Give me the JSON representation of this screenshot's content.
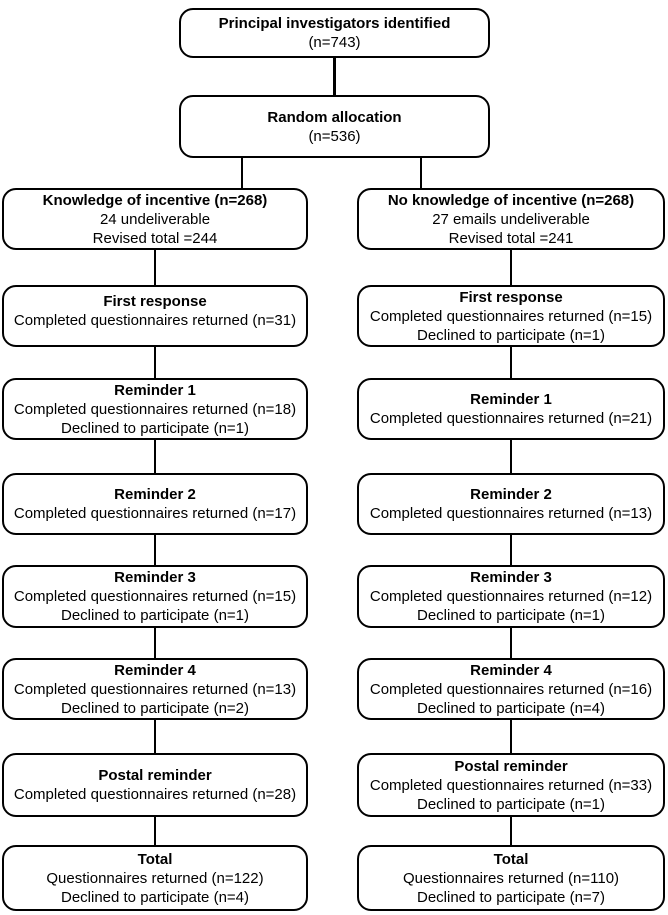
{
  "diagram": {
    "top_box": {
      "title": "Principal investigators identified",
      "n": "(n=743)"
    },
    "allocation_box": {
      "title": "Random allocation",
      "n": "(n=536)"
    },
    "left_branch": {
      "title": "Knowledge of incentive (n=268)",
      "line1": "24 undeliverable",
      "line2": "Revised total =244"
    },
    "right_branch": {
      "title": "No knowledge of incentive (n=268)",
      "line1": "27 emails undeliverable",
      "line2": "Revised total =241"
    },
    "left_rows": [
      {
        "title": "First response",
        "line1": "Completed questionnaires returned (n=31)"
      },
      {
        "title": "Reminder 1",
        "line1": "Completed questionnaires returned (n=18)",
        "line2": "Declined to participate (n=1)"
      },
      {
        "title": "Reminder 2",
        "line1": "Completed questionnaires returned (n=17)"
      },
      {
        "title": "Reminder 3",
        "line1": "Completed questionnaires returned (n=15)",
        "line2": "Declined to participate (n=1)"
      },
      {
        "title": "Reminder 4",
        "line1": "Completed questionnaires returned (n=13)",
        "line2": "Declined to participate (n=2)"
      },
      {
        "title": "Postal reminder",
        "line1": "Completed questionnaires returned (n=28)"
      },
      {
        "title": "Total",
        "line1": "Questionnaires returned (n=122)",
        "line2": "Declined to participate (n=4)"
      }
    ],
    "right_rows": [
      {
        "title": "First response",
        "line1": "Completed questionnaires returned (n=15)",
        "line2": "Declined to participate (n=1)"
      },
      {
        "title": "Reminder 1",
        "line1": "Completed questionnaires returned (n=21)"
      },
      {
        "title": "Reminder 2",
        "line1": "Completed questionnaires returned (n=13)"
      },
      {
        "title": "Reminder 3",
        "line1": "Completed questionnaires returned (n=12)",
        "line2": "Declined to participate (n=1)"
      },
      {
        "title": "Reminder 4",
        "line1": "Completed questionnaires returned (n=16)",
        "line2": "Declined to participate (n=4)"
      },
      {
        "title": "Postal reminder",
        "line1": "Completed questionnaires returned (n=33)",
        "line2": "Declined to participate (n=1)"
      },
      {
        "title": "Total",
        "line1": "Questionnaires returned (n=110)",
        "line2": "Declined to participate (n=7)"
      }
    ],
    "colors": {
      "line": "#000000",
      "background": "#ffffff",
      "text": "#000000"
    }
  }
}
